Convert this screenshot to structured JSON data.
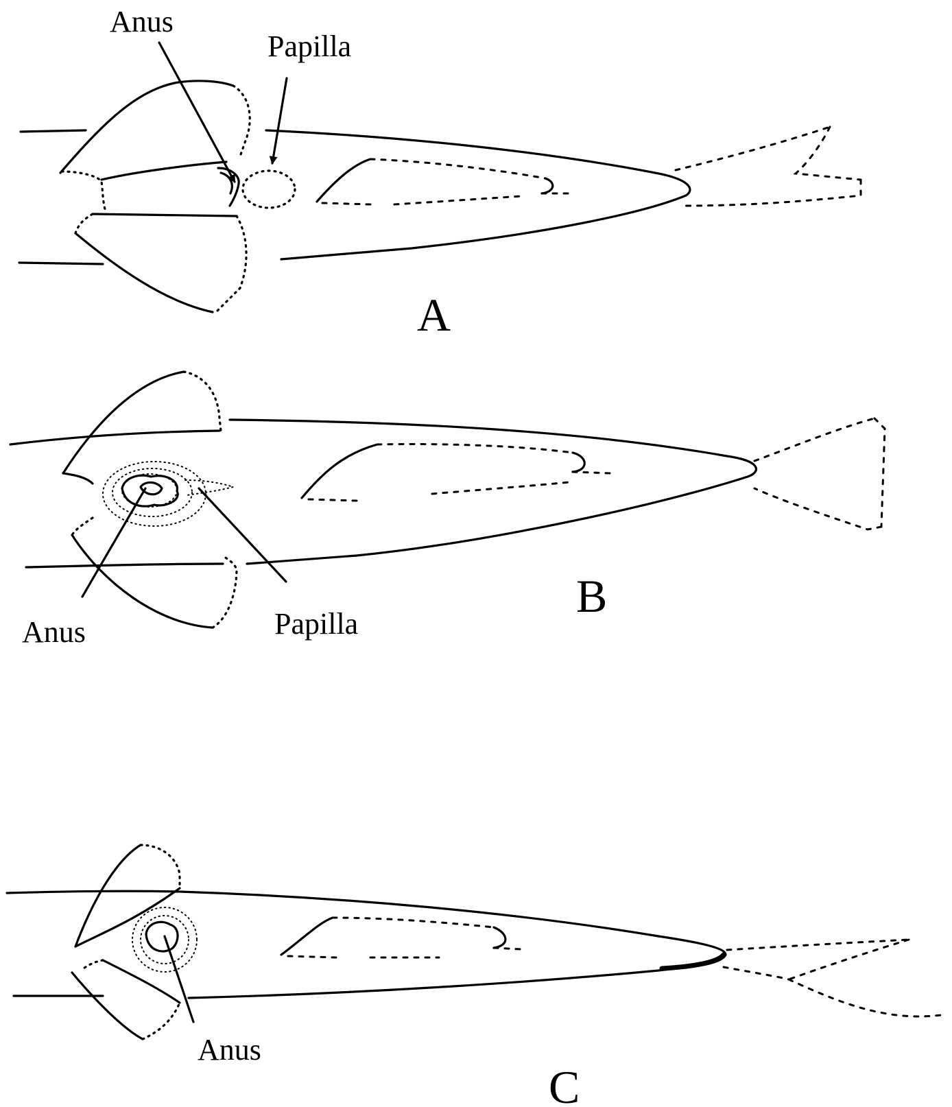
{
  "panels": [
    {
      "id": "A",
      "panel_label": "A",
      "labels": {
        "anus": "Anus",
        "papilla": "Papilla"
      }
    },
    {
      "id": "B",
      "panel_label": "B",
      "labels": {
        "anus": "Anus",
        "papilla": "Papilla"
      }
    },
    {
      "id": "C",
      "panel_label": "C",
      "labels": {
        "anus": "Anus"
      }
    }
  ],
  "colors": {
    "ink": "#000000",
    "background": "#ffffff"
  }
}
